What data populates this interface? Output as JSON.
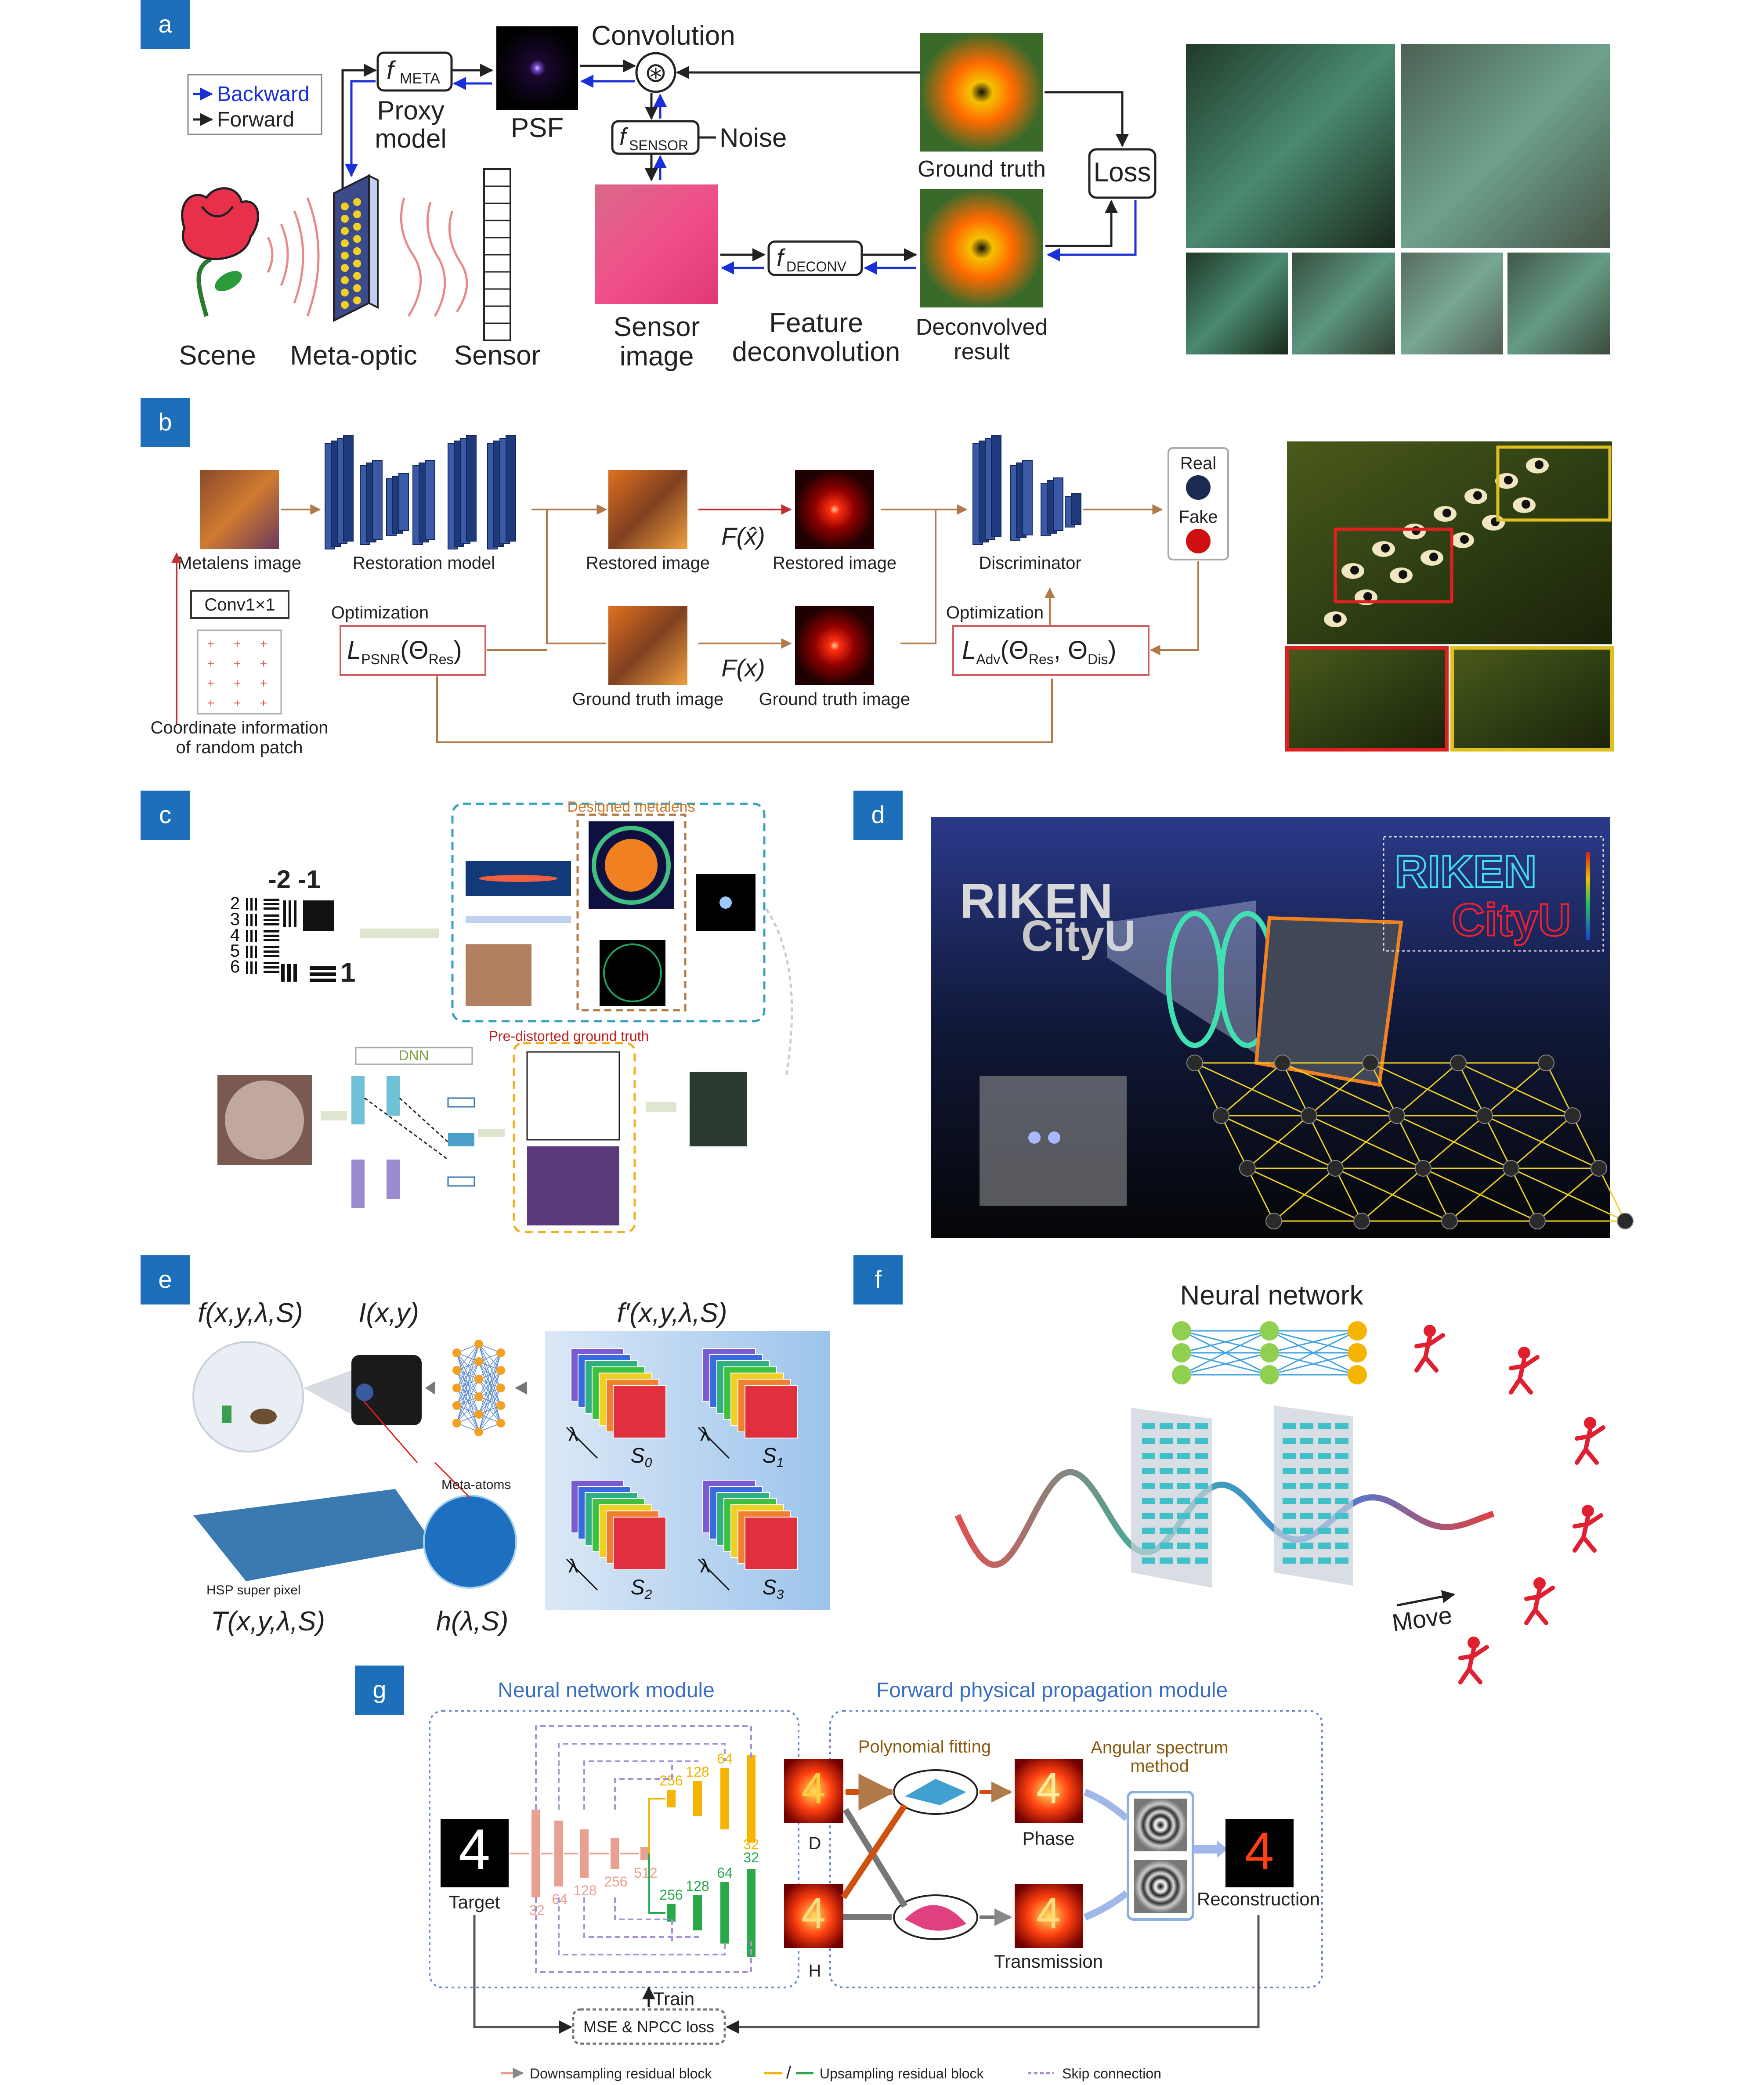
{
  "colors": {
    "tag_blue": "#1c6fb8",
    "backward_arrow": "#1a2fd8",
    "forward_arrow": "#222222",
    "flow_brown": "#b07a4a",
    "downsample": "#e8a090",
    "upsample_yellow": "#f4b400",
    "upsample_green": "#2aa84a",
    "skip_purple": "#a890d8",
    "label_blue": "#3a6fc0",
    "label_brown": "#8a5a10"
  },
  "panel_a": {
    "tag": "a",
    "legend_backward": "Backward",
    "legend_forward": "Forward",
    "f_meta_main": "f",
    "f_meta_sub": "META",
    "proxy_model_l1": "Proxy",
    "proxy_model_l2": "model",
    "psf": "PSF",
    "convolution": "Convolution",
    "conv_symbol": "⊛",
    "f_sensor_main": "f",
    "f_sensor_sub": "SENSOR",
    "noise": "Noise",
    "ground_truth": "Ground truth",
    "loss": "Loss",
    "f_deconv_main": "f",
    "f_deconv_sub": "DECONV",
    "scene": "Scene",
    "meta_optic": "Meta-optic",
    "sensor": "Sensor",
    "sensor_image_l1": "Sensor",
    "sensor_image_l2": "image",
    "feature_deconv_l1": "Feature",
    "feature_deconv_l2": "deconvolution",
    "deconvolved_l1": "Deconvolved",
    "deconvolved_l2": "result"
  },
  "panel_b": {
    "tag": "b",
    "metalens_image": "Metalens image",
    "restoration_model": "Restoration model",
    "restored_image_1": "Restored image",
    "restored_image_2": "Restored image",
    "f_xhat": "F(x̂)",
    "discriminator": "Discriminator",
    "real": "Real",
    "fake": "Fake",
    "conv1x1": "Conv1×1",
    "optimization_1": "Optimization",
    "optimization_2": "Optimization",
    "l_psnr_main": "L",
    "l_psnr_sub": "PSNR",
    "l_psnr_arg": "(Θ",
    "l_psnr_arg_sub": "Res",
    "l_psnr_close": ")",
    "ground_truth_image_1": "Ground truth image",
    "ground_truth_image_2": "Ground truth image",
    "f_x": "F(x)",
    "l_adv_main": "L",
    "l_adv_sub": "Adv",
    "l_adv_arg": "(Θ",
    "l_adv_arg_sub1": "Res",
    "l_adv_mid": ", Θ",
    "l_adv_arg_sub2": "Dis",
    "l_adv_close": ")",
    "coord_info_l1": "Coordinate information",
    "coord_info_l2": "of random patch"
  },
  "panel_c": {
    "tag": "c",
    "chart_top": "-2   -1",
    "chart_bottom": "1",
    "designed_metalens": "Designed metalens",
    "pre_distorted": "Pre-distorted ground truth",
    "dnn": "DNN"
  },
  "panel_d": {
    "tag": "d",
    "riken": "RIKEN",
    "cityu": "CityU"
  },
  "panel_e": {
    "tag": "e",
    "f_label": "f(x,y,λ,S)",
    "i_label": "I(x,y)",
    "fprime_label": "f′(x,y,λ,S)",
    "meta_atoms": "Meta-atoms",
    "hsp": "HSP super pixel",
    "t_label": "T(x,y,λ,S)",
    "h_label": "h(λ,S)",
    "lambda": "λ",
    "s_main": "S",
    "s0": "0",
    "s1": "1",
    "s2": "2",
    "s3": "3"
  },
  "panel_f": {
    "tag": "f",
    "neural_network": "Neural network",
    "move": "Move"
  },
  "panel_g": {
    "tag": "g",
    "nn_module": "Neural network module",
    "fpp_module": "Forward physical propagation module",
    "polynomial": "Polynomial fitting",
    "angular_l1": "Angular spectrum",
    "angular_l2": "method",
    "target": "Target",
    "target_digit": "4",
    "phase": "Phase",
    "transmission": "Transmission",
    "reconstruction": "Reconstruction",
    "d": "D",
    "h": "H",
    "train": "Train",
    "loss": "MSE & NPCC loss",
    "down_nums": [
      "32",
      "64",
      "128",
      "256",
      "512"
    ],
    "up_d_nums": [
      "256",
      "128",
      "64",
      "32"
    ],
    "up_h_nums": [
      "256",
      "128",
      "64",
      "32"
    ],
    "legend_down": "Downsampling residual block",
    "legend_slash": "/",
    "legend_up": "Upsampling residual block",
    "legend_skip": "Skip connection"
  }
}
